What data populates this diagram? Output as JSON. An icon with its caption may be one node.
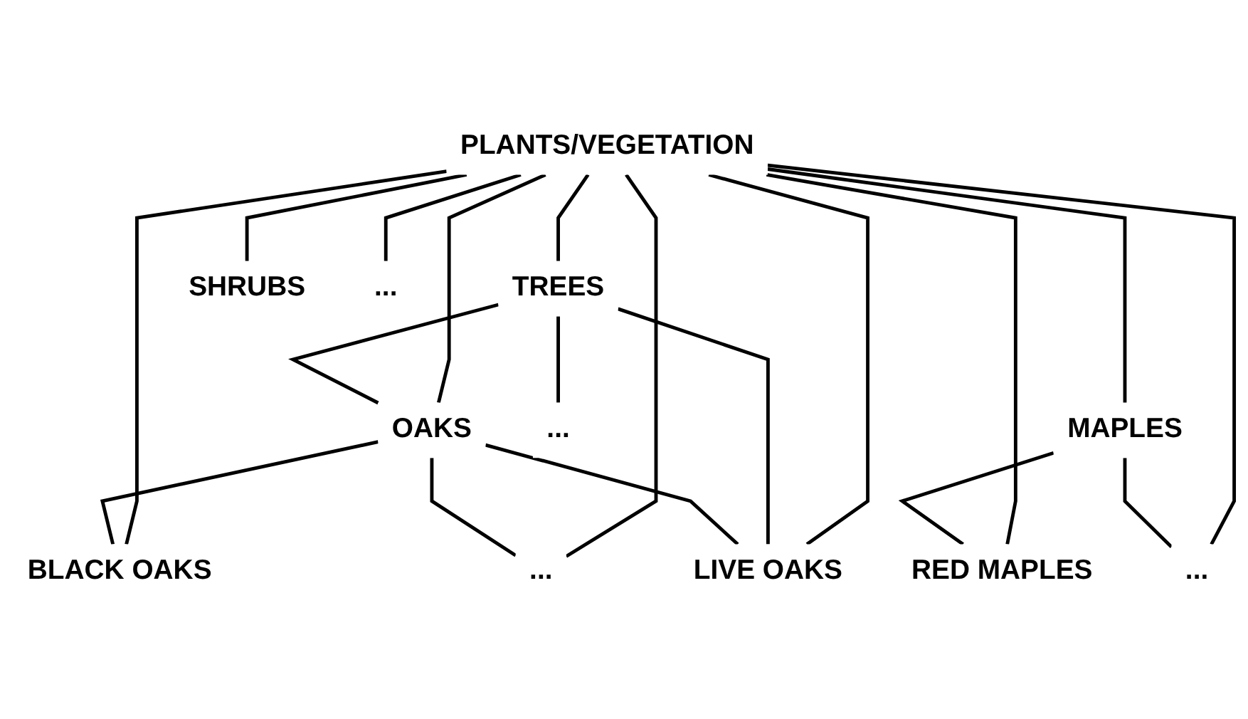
{
  "diagram": {
    "nodes": [
      {
        "text": [
          "PLANTS/VEGETATION"
        ]
      },
      {
        "text": [
          "TREES"
        ]
      },
      {
        "text": [
          "SHRUBS"
        ]
      },
      {
        "text": [
          "..."
        ]
      },
      {
        "text": [
          "OAKS"
        ]
      },
      {
        "text": [
          "MAPLES"
        ]
      },
      {
        "text": [
          "..."
        ]
      },
      {
        "text": [
          "BLACK OAKS"
        ]
      },
      {
        "text": [
          "..."
        ]
      },
      {
        "text": [
          "LIVE OAKS"
        ]
      },
      {
        "text": [
          "RED MAPLES"
        ]
      },
      {
        "text": [
          "..."
        ]
      }
    ],
    "edges": [
      {
        "from": 0,
        "to": 7,
        "arrow": "none"
      },
      {
        "from": 0,
        "to": 4,
        "arrow": "none"
      },
      {
        "from": 0,
        "to": 8,
        "arrow": "none"
      },
      {
        "from": 0,
        "to": 9,
        "arrow": "none"
      },
      {
        "from": 0,
        "to": 10,
        "arrow": "none"
      },
      {
        "from": 0,
        "to": 5,
        "arrow": "none"
      },
      {
        "from": 0,
        "to": 11,
        "arrow": "none"
      },
      {
        "from": 0,
        "to": 1,
        "arrow": "none"
      },
      {
        "from": 0,
        "to": 2,
        "arrow": "none"
      },
      {
        "from": 0,
        "to": 3,
        "arrow": "none"
      },
      {
        "from": 1,
        "to": 4,
        "arrow": "none"
      },
      {
        "from": 1,
        "to": 9,
        "arrow": "none"
      },
      {
        "from": 1,
        "to": 6,
        "arrow": "none"
      },
      {
        "from": 4,
        "to": 7,
        "arrow": "none"
      },
      {
        "from": 4,
        "to": 8,
        "arrow": "none"
      },
      {
        "from": 4,
        "to": 9,
        "arrow": "none"
      },
      {
        "from": 5,
        "to": 10,
        "arrow": "none"
      },
      {
        "from": 5,
        "to": 11,
        "arrow": "none"
      }
    ]
  }
}
